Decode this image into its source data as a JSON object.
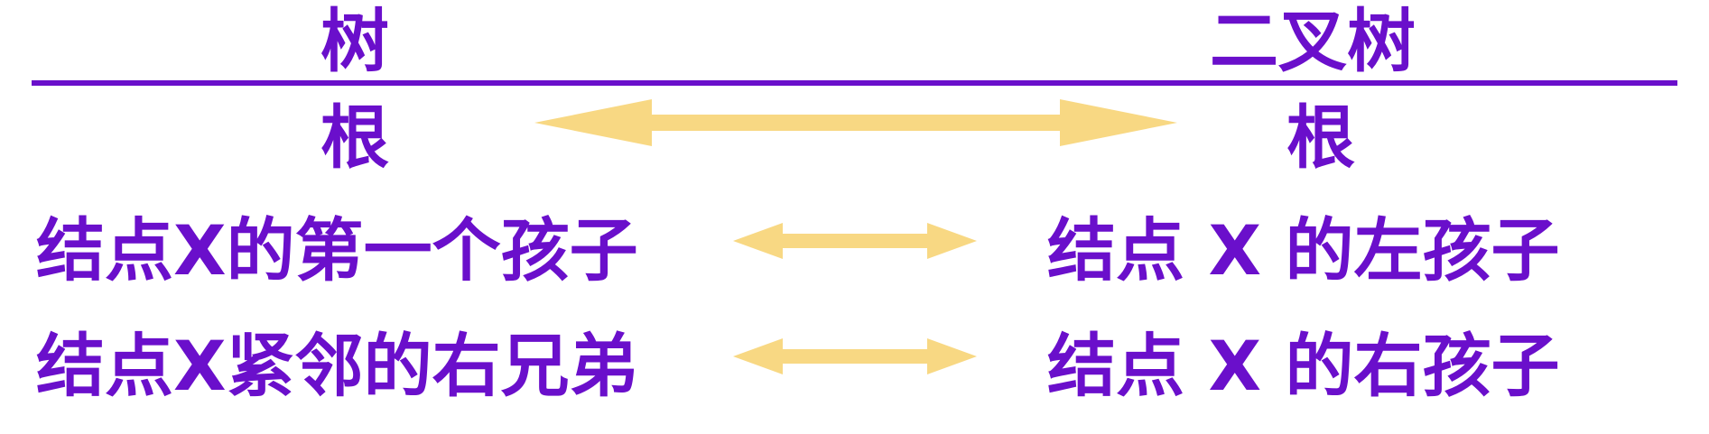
{
  "header": {
    "left_title": "树",
    "right_title": "二叉树"
  },
  "rows": [
    {
      "left": "根",
      "right": "根"
    },
    {
      "left": "结点X的第一个孩子",
      "right": "结点 X 的左孩子"
    },
    {
      "left": "结点X紧邻的右兄弟",
      "right": "结点 X 的右孩子"
    }
  ],
  "colors": {
    "text": "#6a0fcb",
    "divider": "#6a0fcb",
    "arrow": "#f8d883"
  },
  "arrows": {
    "icon": "double-headed-arrow"
  }
}
